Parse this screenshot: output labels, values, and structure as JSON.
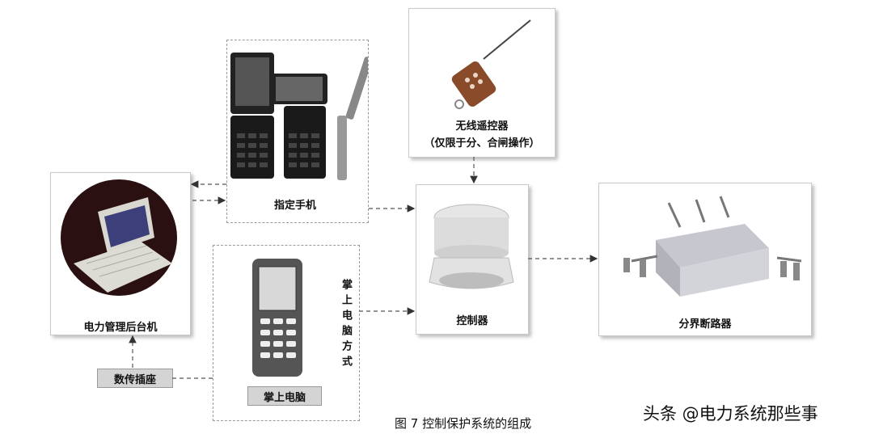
{
  "nodes": {
    "phone": "指定手机",
    "remote": "无线遥控器",
    "remote_note": "（仅限于分、合闸操作）",
    "laptop": "电力管理后台机",
    "controller": "控制器",
    "breaker": "分界断路器",
    "handheld_label": "掌上电脑",
    "handheld_vertical": "掌上电脑方式",
    "data_socket": "数传插座"
  },
  "caption": "图 7  控制保护系统的组成",
  "watermark": "头条 @电力系统那些事"
}
